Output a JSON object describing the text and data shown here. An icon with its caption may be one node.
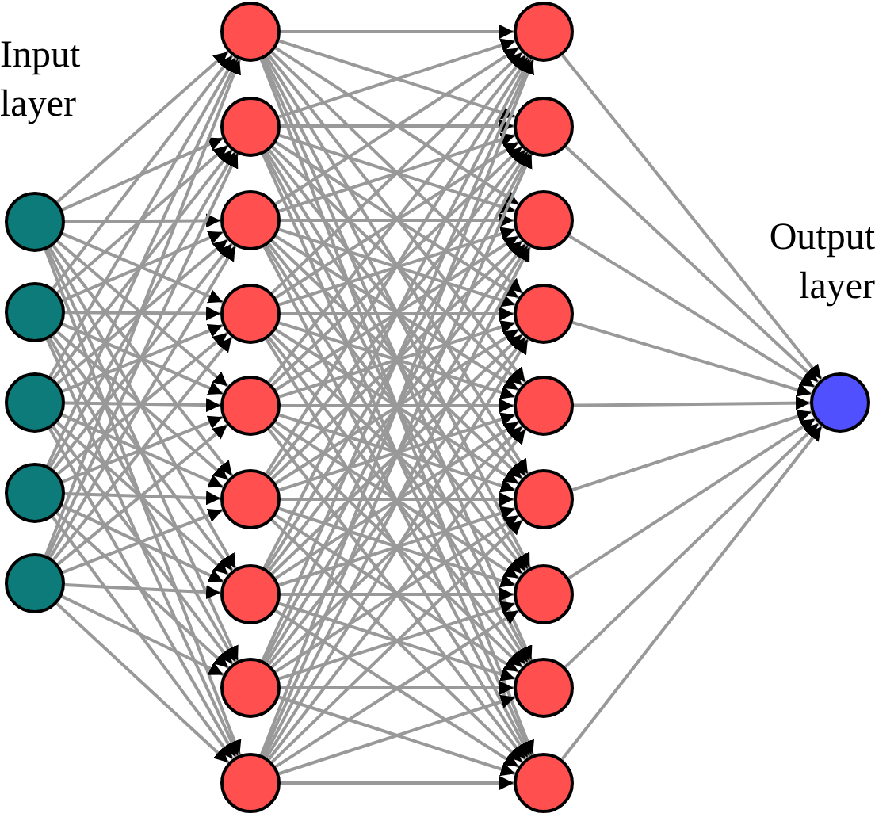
{
  "diagram": {
    "nodes": [
      {
        "text": [],
        "shape": "circle"
      },
      {
        "text": [],
        "shape": "circle"
      },
      {
        "text": [],
        "shape": "circle"
      },
      {
        "text": [],
        "shape": "circle"
      },
      {
        "text": [],
        "shape": "circle"
      },
      {
        "text": [],
        "shape": "circle"
      },
      {
        "text": [],
        "shape": "circle"
      },
      {
        "text": [],
        "shape": "circle"
      },
      {
        "text": [],
        "shape": "circle"
      },
      {
        "text": [],
        "shape": "circle"
      },
      {
        "text": [],
        "shape": "circle"
      },
      {
        "text": [],
        "shape": "circle"
      },
      {
        "text": [],
        "shape": "circle"
      },
      {
        "text": [],
        "shape": "circle"
      },
      {
        "text": [],
        "shape": "circle"
      },
      {
        "text": [],
        "shape": "circle"
      },
      {
        "text": [],
        "shape": "circle"
      },
      {
        "text": [],
        "shape": "circle"
      },
      {
        "text": [],
        "shape": "circle"
      },
      {
        "text": [],
        "shape": "circle"
      },
      {
        "text": [],
        "shape": "circle"
      },
      {
        "text": [],
        "shape": "circle"
      },
      {
        "text": [],
        "shape": "circle"
      },
      {
        "text": [],
        "shape": "circle"
      }
    ],
    "edges": [
      {
        "from": 0,
        "to": 5,
        "arrow": "to"
      },
      {
        "from": 0,
        "to": 6,
        "arrow": "to"
      },
      {
        "from": 0,
        "to": 7,
        "arrow": "to"
      },
      {
        "from": 0,
        "to": 8,
        "arrow": "to"
      },
      {
        "from": 0,
        "to": 9,
        "arrow": "to"
      },
      {
        "from": 0,
        "to": 10,
        "arrow": "to"
      },
      {
        "from": 0,
        "to": 11,
        "arrow": "to"
      },
      {
        "from": 0,
        "to": 12,
        "arrow": "to"
      },
      {
        "from": 0,
        "to": 13,
        "arrow": "to"
      },
      {
        "from": 1,
        "to": 5,
        "arrow": "to"
      },
      {
        "from": 1,
        "to": 6,
        "arrow": "to"
      },
      {
        "from": 1,
        "to": 7,
        "arrow": "to"
      },
      {
        "from": 1,
        "to": 8,
        "arrow": "to"
      },
      {
        "from": 1,
        "to": 9,
        "arrow": "to"
      },
      {
        "from": 1,
        "to": 10,
        "arrow": "to"
      },
      {
        "from": 1,
        "to": 11,
        "arrow": "to"
      },
      {
        "from": 1,
        "to": 12,
        "arrow": "to"
      },
      {
        "from": 1,
        "to": 13,
        "arrow": "to"
      },
      {
        "from": 2,
        "to": 5,
        "arrow": "to"
      },
      {
        "from": 2,
        "to": 6,
        "arrow": "to"
      },
      {
        "from": 2,
        "to": 7,
        "arrow": "to"
      },
      {
        "from": 2,
        "to": 8,
        "arrow": "to"
      },
      {
        "from": 2,
        "to": 9,
        "arrow": "to"
      },
      {
        "from": 2,
        "to": 10,
        "arrow": "to"
      },
      {
        "from": 2,
        "to": 11,
        "arrow": "to"
      },
      {
        "from": 2,
        "to": 12,
        "arrow": "to"
      },
      {
        "from": 2,
        "to": 13,
        "arrow": "to"
      },
      {
        "from": 3,
        "to": 5,
        "arrow": "to"
      },
      {
        "from": 3,
        "to": 6,
        "arrow": "to"
      },
      {
        "from": 3,
        "to": 7,
        "arrow": "to"
      },
      {
        "from": 3,
        "to": 8,
        "arrow": "to"
      },
      {
        "from": 3,
        "to": 9,
        "arrow": "to"
      },
      {
        "from": 3,
        "to": 10,
        "arrow": "to"
      },
      {
        "from": 3,
        "to": 11,
        "arrow": "to"
      },
      {
        "from": 3,
        "to": 12,
        "arrow": "to"
      },
      {
        "from": 3,
        "to": 13,
        "arrow": "to"
      },
      {
        "from": 4,
        "to": 5,
        "arrow": "to"
      },
      {
        "from": 4,
        "to": 6,
        "arrow": "to"
      },
      {
        "from": 4,
        "to": 7,
        "arrow": "to"
      },
      {
        "from": 4,
        "to": 8,
        "arrow": "to"
      },
      {
        "from": 4,
        "to": 9,
        "arrow": "to"
      },
      {
        "from": 4,
        "to": 10,
        "arrow": "to"
      },
      {
        "from": 4,
        "to": 11,
        "arrow": "to"
      },
      {
        "from": 4,
        "to": 12,
        "arrow": "to"
      },
      {
        "from": 4,
        "to": 13,
        "arrow": "to"
      },
      {
        "from": 5,
        "to": 14,
        "arrow": "to"
      },
      {
        "from": 5,
        "to": 15,
        "arrow": "to"
      },
      {
        "from": 5,
        "to": 16,
        "arrow": "to"
      },
      {
        "from": 5,
        "to": 17,
        "arrow": "to"
      },
      {
        "from": 5,
        "to": 18,
        "arrow": "to"
      },
      {
        "from": 5,
        "to": 19,
        "arrow": "to"
      },
      {
        "from": 5,
        "to": 20,
        "arrow": "to"
      },
      {
        "from": 5,
        "to": 21,
        "arrow": "to"
      },
      {
        "from": 5,
        "to": 22,
        "arrow": "to"
      },
      {
        "from": 6,
        "to": 14,
        "arrow": "to"
      },
      {
        "from": 6,
        "to": 15,
        "arrow": "to"
      },
      {
        "from": 6,
        "to": 16,
        "arrow": "to"
      },
      {
        "from": 6,
        "to": 17,
        "arrow": "to"
      },
      {
        "from": 6,
        "to": 18,
        "arrow": "to"
      },
      {
        "from": 6,
        "to": 19,
        "arrow": "to"
      },
      {
        "from": 6,
        "to": 20,
        "arrow": "to"
      },
      {
        "from": 6,
        "to": 21,
        "arrow": "to"
      },
      {
        "from": 6,
        "to": 22,
        "arrow": "to"
      },
      {
        "from": 7,
        "to": 14,
        "arrow": "to"
      },
      {
        "from": 7,
        "to": 15,
        "arrow": "to"
      },
      {
        "from": 7,
        "to": 16,
        "arrow": "to"
      },
      {
        "from": 7,
        "to": 17,
        "arrow": "to"
      },
      {
        "from": 7,
        "to": 18,
        "arrow": "to"
      },
      {
        "from": 7,
        "to": 19,
        "arrow": "to"
      },
      {
        "from": 7,
        "to": 20,
        "arrow": "to"
      },
      {
        "from": 7,
        "to": 21,
        "arrow": "to"
      },
      {
        "from": 7,
        "to": 22,
        "arrow": "to"
      },
      {
        "from": 8,
        "to": 14,
        "arrow": "to"
      },
      {
        "from": 8,
        "to": 15,
        "arrow": "to"
      },
      {
        "from": 8,
        "to": 16,
        "arrow": "to"
      },
      {
        "from": 8,
        "to": 17,
        "arrow": "to"
      },
      {
        "from": 8,
        "to": 18,
        "arrow": "to"
      },
      {
        "from": 8,
        "to": 19,
        "arrow": "to"
      },
      {
        "from": 8,
        "to": 20,
        "arrow": "to"
      },
      {
        "from": 8,
        "to": 21,
        "arrow": "to"
      },
      {
        "from": 8,
        "to": 22,
        "arrow": "to"
      },
      {
        "from": 9,
        "to": 14,
        "arrow": "to"
      },
      {
        "from": 9,
        "to": 15,
        "arrow": "to"
      },
      {
        "from": 9,
        "to": 16,
        "arrow": "to"
      },
      {
        "from": 9,
        "to": 17,
        "arrow": "to"
      },
      {
        "from": 9,
        "to": 18,
        "arrow": "to"
      },
      {
        "from": 9,
        "to": 19,
        "arrow": "to"
      },
      {
        "from": 9,
        "to": 20,
        "arrow": "to"
      },
      {
        "from": 9,
        "to": 21,
        "arrow": "to"
      },
      {
        "from": 9,
        "to": 22,
        "arrow": "to"
      },
      {
        "from": 10,
        "to": 14,
        "arrow": "to"
      },
      {
        "from": 10,
        "to": 15,
        "arrow": "to"
      },
      {
        "from": 10,
        "to": 16,
        "arrow": "to"
      },
      {
        "from": 10,
        "to": 17,
        "arrow": "to"
      },
      {
        "from": 10,
        "to": 18,
        "arrow": "to"
      },
      {
        "from": 10,
        "to": 19,
        "arrow": "to"
      },
      {
        "from": 10,
        "to": 20,
        "arrow": "to"
      },
      {
        "from": 10,
        "to": 21,
        "arrow": "to"
      },
      {
        "from": 10,
        "to": 22,
        "arrow": "to"
      },
      {
        "from": 11,
        "to": 14,
        "arrow": "to"
      },
      {
        "from": 11,
        "to": 15,
        "arrow": "to"
      },
      {
        "from": 11,
        "to": 16,
        "arrow": "to"
      },
      {
        "from": 11,
        "to": 17,
        "arrow": "to"
      },
      {
        "from": 11,
        "to": 18,
        "arrow": "to"
      },
      {
        "from": 11,
        "to": 19,
        "arrow": "to"
      },
      {
        "from": 11,
        "to": 20,
        "arrow": "to"
      },
      {
        "from": 11,
        "to": 21,
        "arrow": "to"
      },
      {
        "from": 11,
        "to": 22,
        "arrow": "to"
      },
      {
        "from": 12,
        "to": 14,
        "arrow": "to"
      },
      {
        "from": 12,
        "to": 15,
        "arrow": "to"
      },
      {
        "from": 12,
        "to": 16,
        "arrow": "to"
      },
      {
        "from": 12,
        "to": 17,
        "arrow": "to"
      },
      {
        "from": 12,
        "to": 18,
        "arrow": "to"
      },
      {
        "from": 12,
        "to": 19,
        "arrow": "to"
      },
      {
        "from": 12,
        "to": 20,
        "arrow": "to"
      },
      {
        "from": 12,
        "to": 21,
        "arrow": "to"
      },
      {
        "from": 12,
        "to": 22,
        "arrow": "to"
      },
      {
        "from": 13,
        "to": 14,
        "arrow": "to"
      },
      {
        "from": 13,
        "to": 15,
        "arrow": "to"
      },
      {
        "from": 13,
        "to": 16,
        "arrow": "to"
      },
      {
        "from": 13,
        "to": 17,
        "arrow": "to"
      },
      {
        "from": 13,
        "to": 18,
        "arrow": "to"
      },
      {
        "from": 13,
        "to": 19,
        "arrow": "to"
      },
      {
        "from": 13,
        "to": 20,
        "arrow": "to"
      },
      {
        "from": 13,
        "to": 21,
        "arrow": "to"
      },
      {
        "from": 13,
        "to": 22,
        "arrow": "to"
      },
      {
        "from": 14,
        "to": 23,
        "arrow": "to"
      },
      {
        "from": 15,
        "to": 23,
        "arrow": "to"
      },
      {
        "from": 16,
        "to": 23,
        "arrow": "to"
      },
      {
        "from": 17,
        "to": 23,
        "arrow": "to"
      },
      {
        "from": 18,
        "to": 23,
        "arrow": "to"
      },
      {
        "from": 19,
        "to": 23,
        "arrow": "to"
      },
      {
        "from": 20,
        "to": 23,
        "arrow": "to"
      },
      {
        "from": 21,
        "to": 23,
        "arrow": "to"
      },
      {
        "from": 22,
        "to": 23,
        "arrow": "to"
      }
    ],
    "labels": [
      "Input layer",
      "Output layer"
    ]
  }
}
